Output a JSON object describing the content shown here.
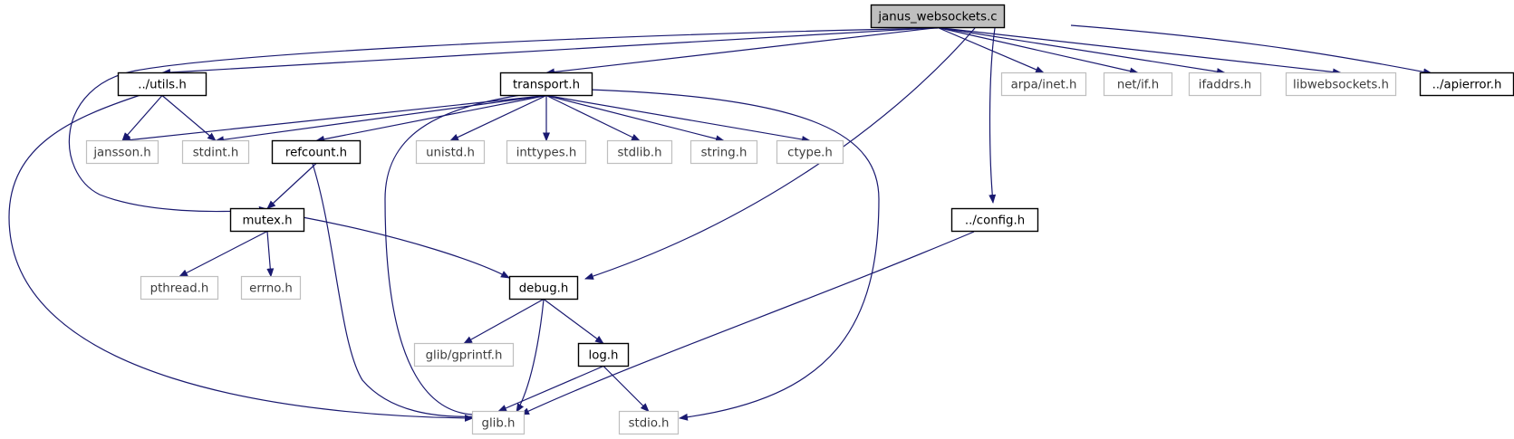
{
  "diagram": {
    "colors": {
      "edge": "#191970",
      "root_fill": "#bfbfbf",
      "ext_border": "#bfbfbf",
      "node_border": "#000000"
    },
    "nodes": {
      "janus_websockets": {
        "label": "janus_websockets.c",
        "kind": "root"
      },
      "utils": {
        "label": "../utils.h",
        "kind": "documented"
      },
      "transport": {
        "label": "transport.h",
        "kind": "documented"
      },
      "arpa_inet": {
        "label": "arpa/inet.h",
        "kind": "external"
      },
      "net_if": {
        "label": "net/if.h",
        "kind": "external"
      },
      "ifaddrs": {
        "label": "ifaddrs.h",
        "kind": "external"
      },
      "libwebsockets": {
        "label": "libwebsockets.h",
        "kind": "external"
      },
      "apierror": {
        "label": "../apierror.h",
        "kind": "documented"
      },
      "jansson": {
        "label": "jansson.h",
        "kind": "external"
      },
      "stdint": {
        "label": "stdint.h",
        "kind": "external"
      },
      "refcount": {
        "label": "refcount.h",
        "kind": "documented"
      },
      "unistd": {
        "label": "unistd.h",
        "kind": "external"
      },
      "inttypes": {
        "label": "inttypes.h",
        "kind": "external"
      },
      "stdlib": {
        "label": "stdlib.h",
        "kind": "external"
      },
      "string": {
        "label": "string.h",
        "kind": "external"
      },
      "ctype": {
        "label": "ctype.h",
        "kind": "external"
      },
      "mutex": {
        "label": "mutex.h",
        "kind": "documented"
      },
      "config": {
        "label": "../config.h",
        "kind": "documented"
      },
      "pthread": {
        "label": "pthread.h",
        "kind": "external"
      },
      "errno": {
        "label": "errno.h",
        "kind": "external"
      },
      "debug": {
        "label": "debug.h",
        "kind": "documented"
      },
      "glib_gprintf": {
        "label": "glib/gprintf.h",
        "kind": "external"
      },
      "log": {
        "label": "log.h",
        "kind": "documented"
      },
      "glib": {
        "label": "glib.h",
        "kind": "external"
      },
      "stdio": {
        "label": "stdio.h",
        "kind": "external"
      }
    },
    "edges": [
      [
        "janus_websockets",
        "utils"
      ],
      [
        "janus_websockets",
        "transport"
      ],
      [
        "janus_websockets",
        "mutex"
      ],
      [
        "janus_websockets",
        "debug"
      ],
      [
        "janus_websockets",
        "config"
      ],
      [
        "janus_websockets",
        "arpa_inet"
      ],
      [
        "janus_websockets",
        "net_if"
      ],
      [
        "janus_websockets",
        "ifaddrs"
      ],
      [
        "janus_websockets",
        "libwebsockets"
      ],
      [
        "janus_websockets",
        "apierror"
      ],
      [
        "utils",
        "jansson"
      ],
      [
        "utils",
        "stdint"
      ],
      [
        "utils",
        "glib"
      ],
      [
        "transport",
        "jansson"
      ],
      [
        "transport",
        "stdint"
      ],
      [
        "transport",
        "refcount"
      ],
      [
        "transport",
        "glib"
      ],
      [
        "transport",
        "unistd"
      ],
      [
        "transport",
        "inttypes"
      ],
      [
        "transport",
        "stdlib"
      ],
      [
        "transport",
        "string"
      ],
      [
        "transport",
        "ctype"
      ],
      [
        "transport",
        "stdio"
      ],
      [
        "refcount",
        "mutex"
      ],
      [
        "refcount",
        "glib"
      ],
      [
        "mutex",
        "pthread"
      ],
      [
        "mutex",
        "errno"
      ],
      [
        "mutex",
        "debug"
      ],
      [
        "config",
        "glib"
      ],
      [
        "debug",
        "glib_gprintf"
      ],
      [
        "debug",
        "glib"
      ],
      [
        "debug",
        "log"
      ],
      [
        "log",
        "glib"
      ],
      [
        "log",
        "stdio"
      ]
    ]
  }
}
